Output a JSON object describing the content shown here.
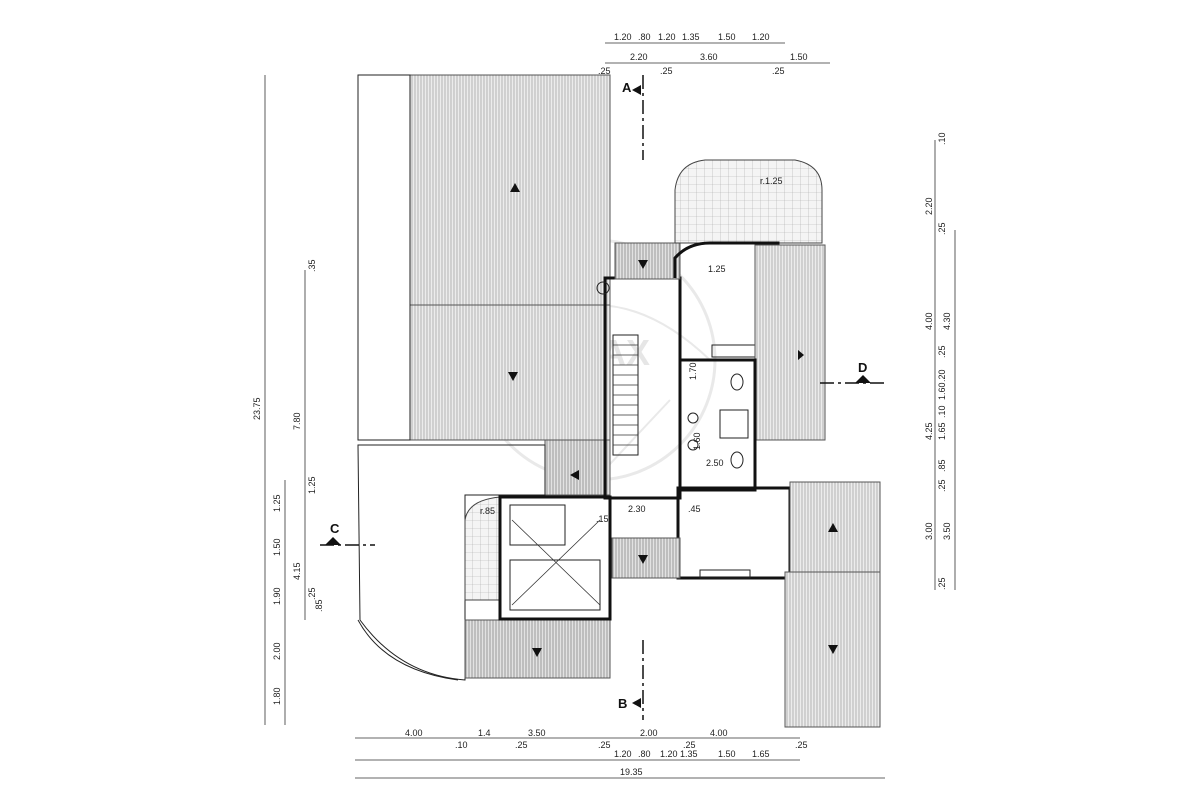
{
  "sections": {
    "A": "A",
    "B": "B",
    "C": "C",
    "D": "D"
  },
  "top_dims_row1": [
    "1.20",
    ".80",
    "1.20",
    "1.35",
    "1.50",
    "1.20"
  ],
  "top_dims_row2": [
    "2.20",
    "3.60",
    "1.50"
  ],
  "top_dims_small": [
    ".25",
    ".25",
    ".25"
  ],
  "bottom_dims_row1": [
    "4.00",
    "1.4",
    "3.50",
    "2.00",
    "4.00"
  ],
  "bottom_dims_small": [
    ".10",
    ".25",
    ".25",
    ".25",
    ".25"
  ],
  "bottom_dims_row2": [
    "1.20",
    ".80",
    "1.20",
    "1.35",
    "1.50",
    "1.65"
  ],
  "bottom_total": "19.35",
  "left_dims_total": "23.75",
  "left_dims_inner": [
    "7.80",
    ".35",
    "1.25",
    "1.25",
    "1.50",
    "4.15",
    "1.90",
    ".25",
    ".85",
    "2.00",
    "1.80"
  ],
  "right_dims": [
    ".10",
    "2.20",
    ".25",
    "4.00",
    "4.30",
    ".25",
    ".20",
    "1.60",
    ".10",
    "1.65",
    "4.25",
    ".85",
    ".25",
    "3.00",
    "3.50",
    ".25"
  ],
  "room_labels": {
    "radius_top": "r.1.25",
    "radius_small": "1.25",
    "radius_left": "r.85",
    "hall_w": "1.70",
    "bath_w": "2.50",
    "corr_w": "2.30",
    "small_a": ".15",
    "small_b": ".45",
    "small_c": "1.60"
  },
  "watermark": "RE/MAX"
}
